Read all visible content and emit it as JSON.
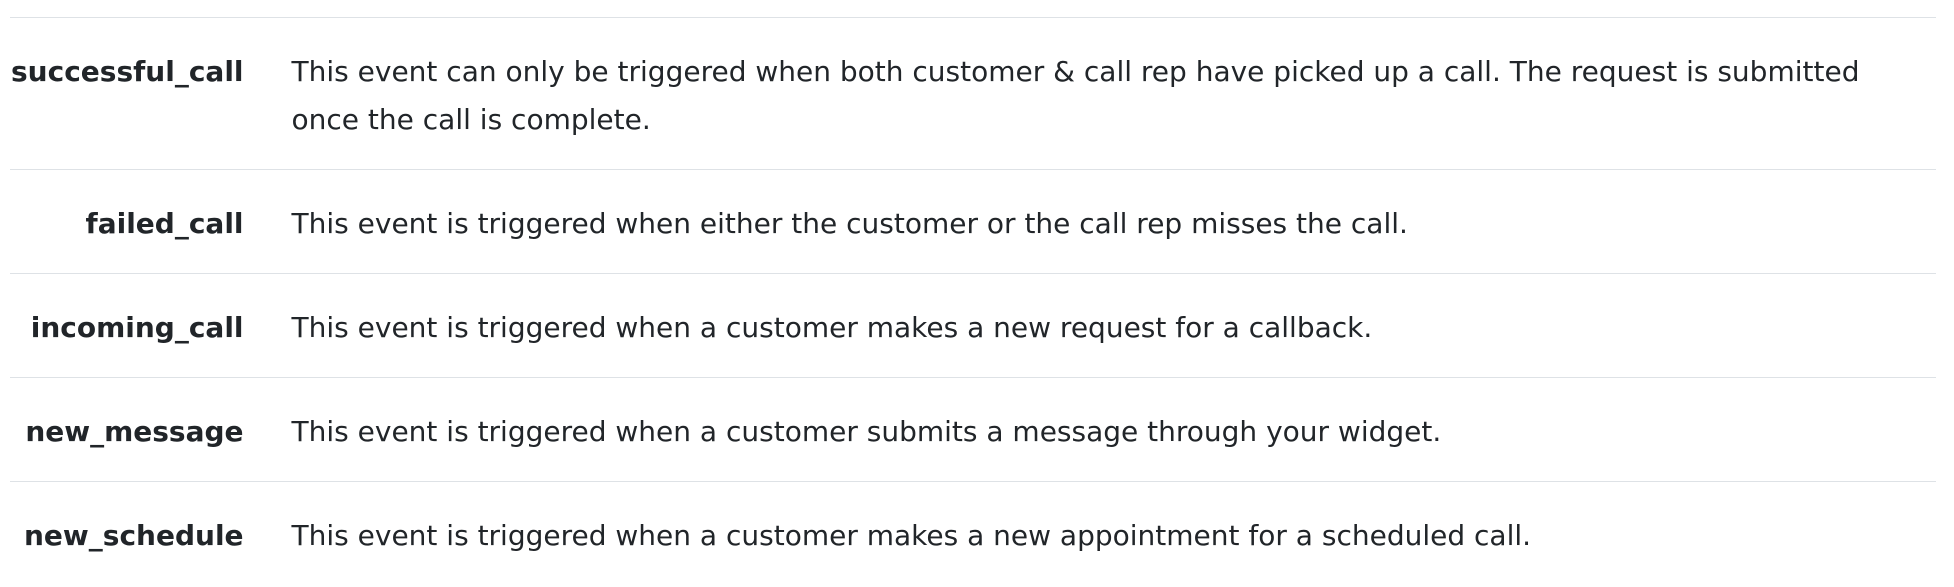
{
  "events": [
    {
      "name": "successful_call",
      "description": "This event can only be triggered when both customer & call rep have picked up a call. The request is submitted once the call is complete."
    },
    {
      "name": "failed_call",
      "description": "This event is triggered when either the customer or the call rep misses the call."
    },
    {
      "name": "incoming_call",
      "description": "This event is triggered when a customer makes a new request for a callback."
    },
    {
      "name": "new_message",
      "description": "This event is triggered when a customer submits a message through your widget."
    },
    {
      "name": "new_schedule",
      "description": "This event is triggered when a customer makes a new appointment for a scheduled call."
    }
  ]
}
